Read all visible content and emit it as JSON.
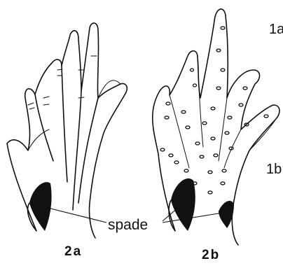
{
  "labels": {
    "spade": "spade",
    "fig_2a": "2a",
    "fig_2b": "2b",
    "edge_1a": "1a",
    "edge_1b": "1b"
  },
  "colors": {
    "ink": "#111111",
    "paper": "#ffffff"
  }
}
